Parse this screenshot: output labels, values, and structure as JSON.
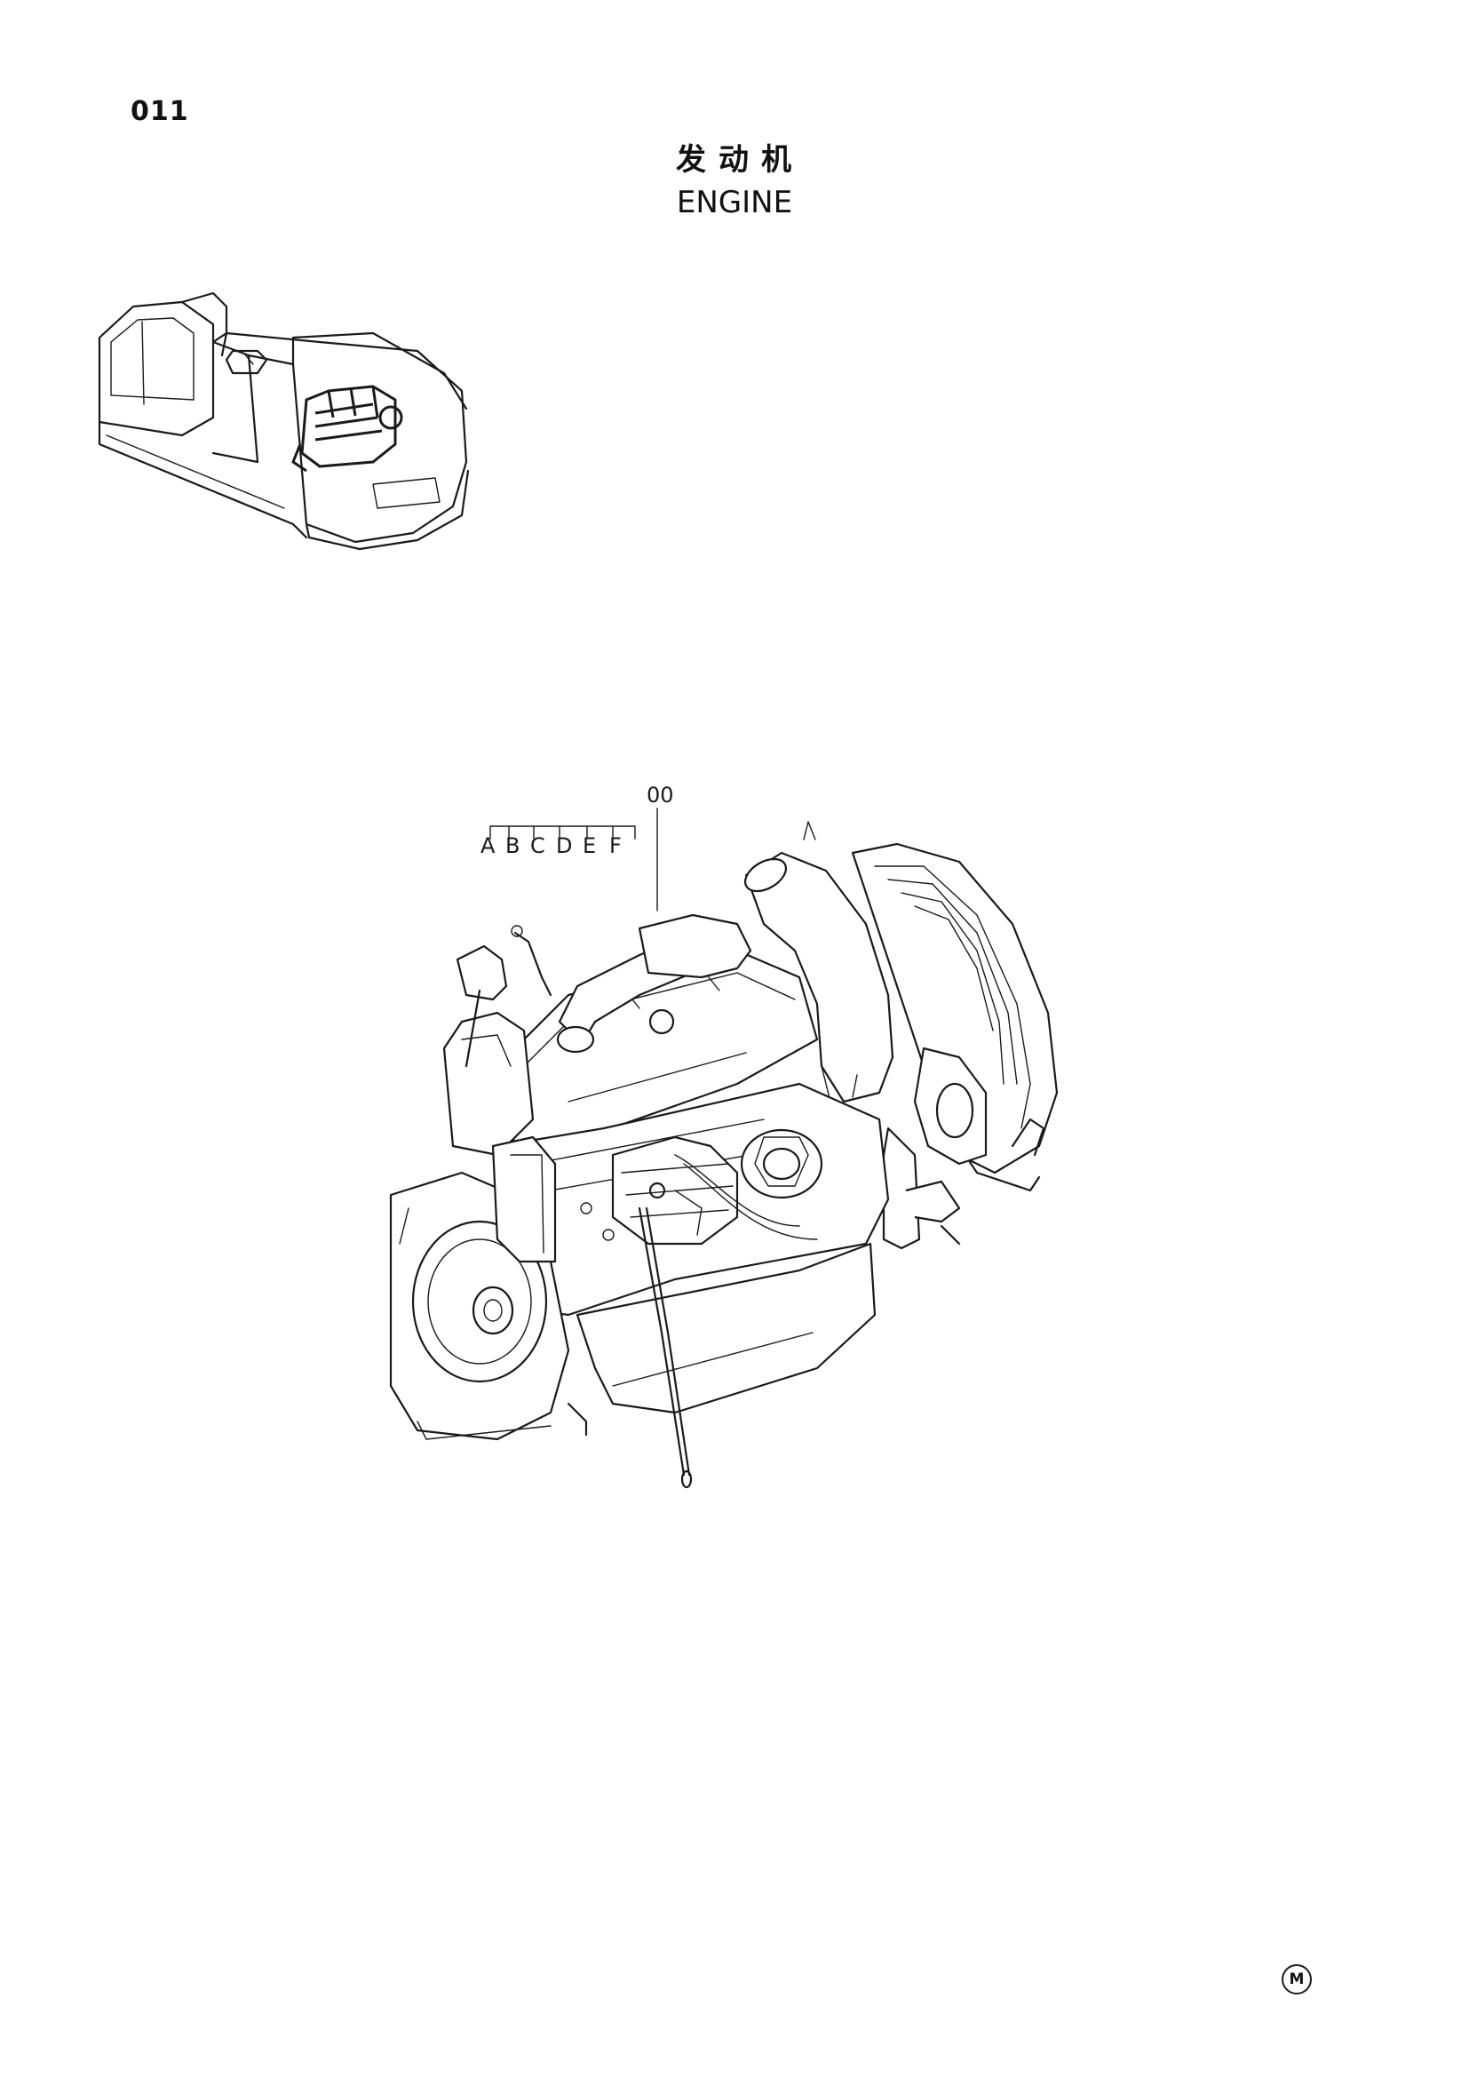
{
  "page": {
    "number": "011",
    "title_cn": "发动机",
    "title_en": "ENGINE"
  },
  "main_diagram": {
    "assembly_callout": "00",
    "variant_letters": [
      "A",
      "B",
      "C",
      "D",
      "E",
      "F"
    ]
  },
  "footer": {
    "reference_mark": "M"
  }
}
